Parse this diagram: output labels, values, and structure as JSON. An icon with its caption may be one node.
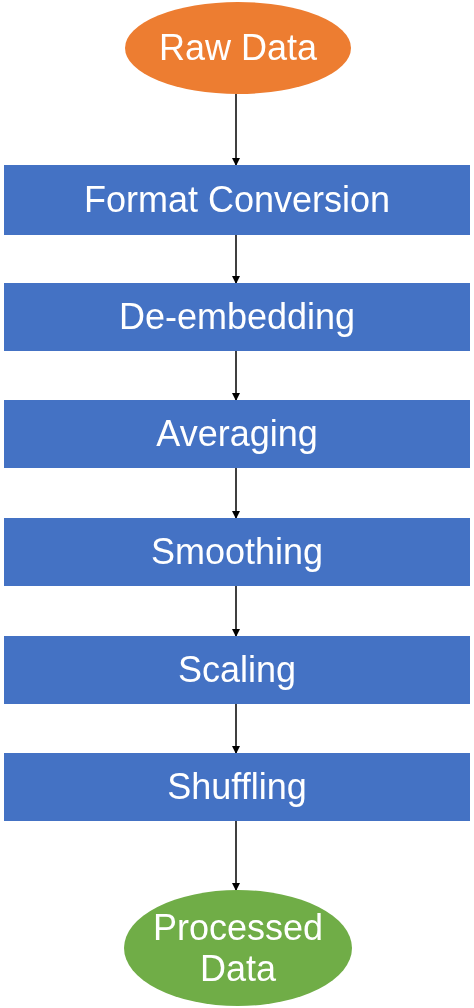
{
  "diagram": {
    "nodes": [
      {
        "text": [
          "Raw Data"
        ]
      },
      {
        "text": [
          "Format Conversion"
        ]
      },
      {
        "text": [
          "De-embedding"
        ]
      },
      {
        "text": [
          "Averaging"
        ]
      },
      {
        "text": [
          "Smoothing"
        ]
      },
      {
        "text": [
          "Scaling"
        ]
      },
      {
        "text": [
          "Shuffling"
        ]
      },
      {
        "text": [
          "Processed Data"
        ]
      }
    ],
    "edges": [
      {
        "from": 0,
        "to": 1,
        "arrow": "to"
      },
      {
        "from": 1,
        "to": 2,
        "arrow": "to"
      },
      {
        "from": 2,
        "to": 3,
        "arrow": "to"
      },
      {
        "from": 3,
        "to": 4,
        "arrow": "to"
      },
      {
        "from": 4,
        "to": 5,
        "arrow": "to"
      },
      {
        "from": 5,
        "to": 6,
        "arrow": "to"
      },
      {
        "from": 6,
        "to": 7,
        "arrow": "to"
      }
    ]
  }
}
